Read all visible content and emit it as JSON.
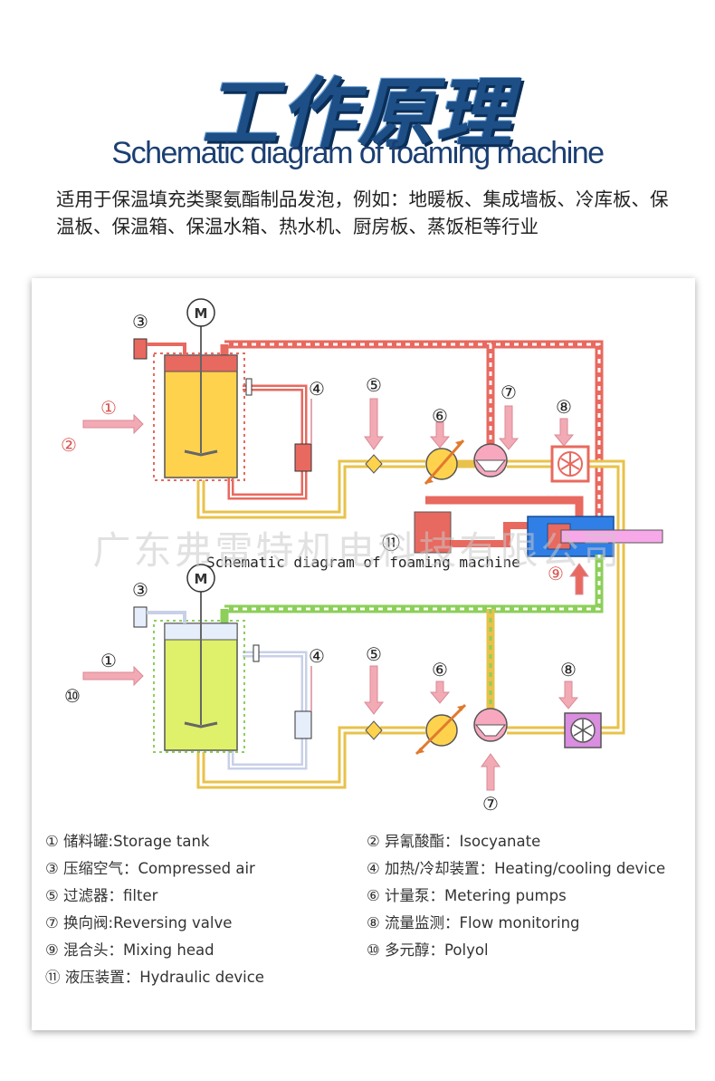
{
  "header": {
    "title_cn": "工作原理",
    "title_en": "Schematic diagram of foaming machine"
  },
  "description": "适用于保温填充类聚氨酯制品发泡，例如：地暖板、集成墙板、冷库板、保温板、保温箱、保温水箱、热水机、厨房板、蒸饭柜等行业",
  "diagram": {
    "motor_label": "M",
    "caption": "Schematic diagram of foaming machine",
    "watermark": "广东弗雷特机电科技有限公司",
    "markers": {
      "n1": "①",
      "n2": "②",
      "n3": "③",
      "n4": "④",
      "n5": "⑤",
      "n6": "⑥",
      "n7": "⑦",
      "n8": "⑧",
      "n9": "⑨",
      "n10": "⑩",
      "n11": "⑪"
    },
    "colors": {
      "red_line": "#e8695f",
      "yellow_line": "#e8c24a",
      "green_dash": "#8dcf5a",
      "tank_top": "#ffd24d",
      "tank_bottom": "#dff06a",
      "mixing_head": "#2f7fe6"
    }
  },
  "legend": {
    "items": [
      "① 储料罐:Storage tank",
      "② 异氰酸酯：Isocyanate",
      "③ 压缩空气：Compressed air",
      "④ 加热/冷却装置：Heating/cooling device",
      "⑤ 过滤器：filter",
      "⑥ 计量泵：Metering pumps",
      "⑦ 换向阀:Reversing valve",
      "⑧ 流量监测：Flow monitoring",
      "⑨ 混合头：Mixing head",
      "⑩ 多元醇：Polyol",
      "⑪ 液压装置：Hydraulic device"
    ]
  }
}
